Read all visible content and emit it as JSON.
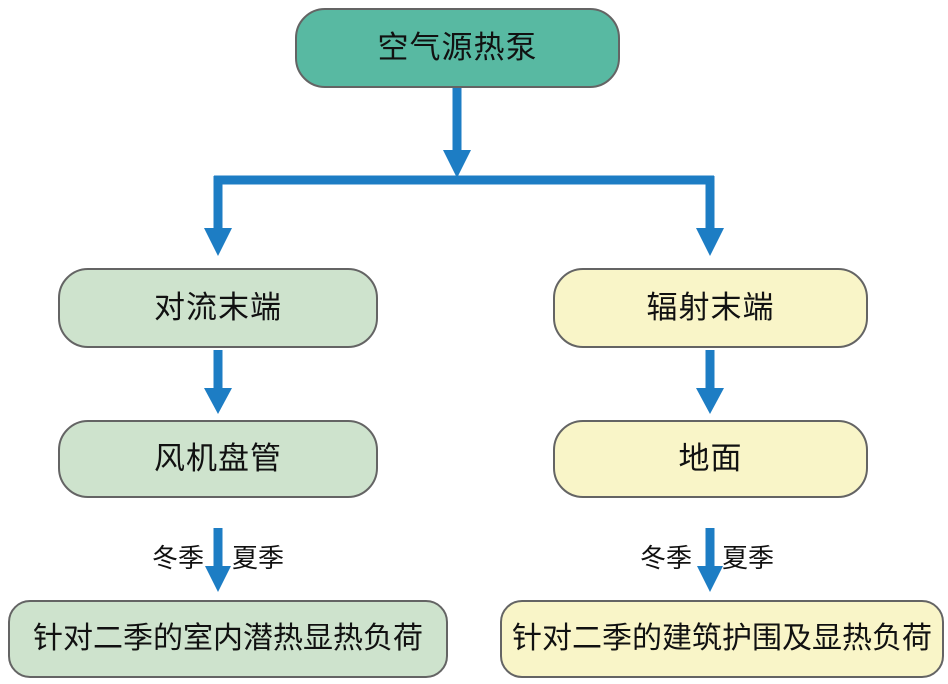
{
  "diagram": {
    "root": {
      "label": "空气源热泵"
    },
    "left": {
      "terminal": "对流末端",
      "device": "风机盘管",
      "winter": "冬季",
      "summer": "夏季",
      "load": "针对二季的室内潜热显热负荷"
    },
    "right": {
      "terminal": "辐射末端",
      "device": "地面",
      "winter": "冬季",
      "summer": "夏季",
      "load": "针对二季的建筑护围及显热负荷"
    },
    "colors": {
      "root_fill": "#58b9a2",
      "left_fill": "#cee3cd",
      "right_fill": "#f9f5c8",
      "arrow": "#1d7dc4",
      "border": "#646464",
      "text": "#111111",
      "background": "#ffffff"
    }
  }
}
